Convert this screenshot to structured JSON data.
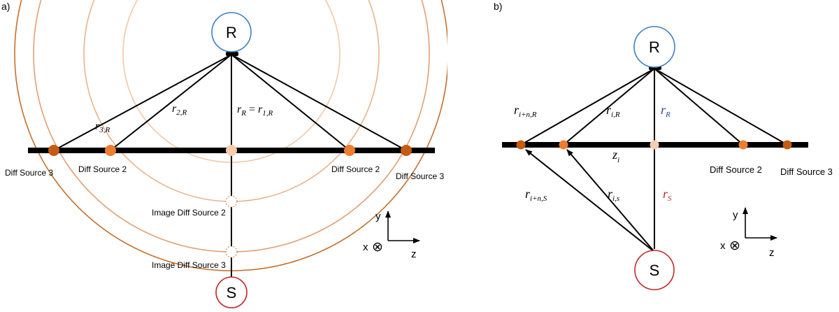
{
  "panels": {
    "a": {
      "label": "a)"
    },
    "b": {
      "label": "b)"
    }
  },
  "nodes": {
    "receiver": "R",
    "source": "S"
  },
  "labels": {
    "diff_source_2": "Diff Source 2",
    "diff_source_3": "Diff Source 3",
    "image_diff_source_2": "Image Diff Source 2",
    "image_diff_source_3": "Image Diff Source 3"
  },
  "math": {
    "r": "r",
    "z": "z",
    "sub_3R": "3,R",
    "sub_2R": "2,R",
    "sub_R": "R",
    "eq": " = ",
    "sub_1R": "1,R",
    "sub_inR": "i+n,R",
    "sub_iR": "i,R",
    "sub_inS": "i+n,S",
    "sub_is": "i,s",
    "sub_S": "S",
    "sub_i": "i"
  },
  "axes": {
    "y": "y",
    "x": "x",
    "z": "z",
    "into_page_symbol": "⊗"
  },
  "colors": {
    "receiver_circle": "#3d7fc1",
    "source_circle": "#c0282d",
    "arc_dark": "#c4702a",
    "arc_medium": "#e0a073",
    "arc_light": "#f2c9a8",
    "dot_source3": "#c55a11",
    "dot_source2": "#ed7d31",
    "dot_source1": "#f8cbad",
    "r_R_blue": "#2e4a8f",
    "r_S_red": "#c0282d"
  }
}
